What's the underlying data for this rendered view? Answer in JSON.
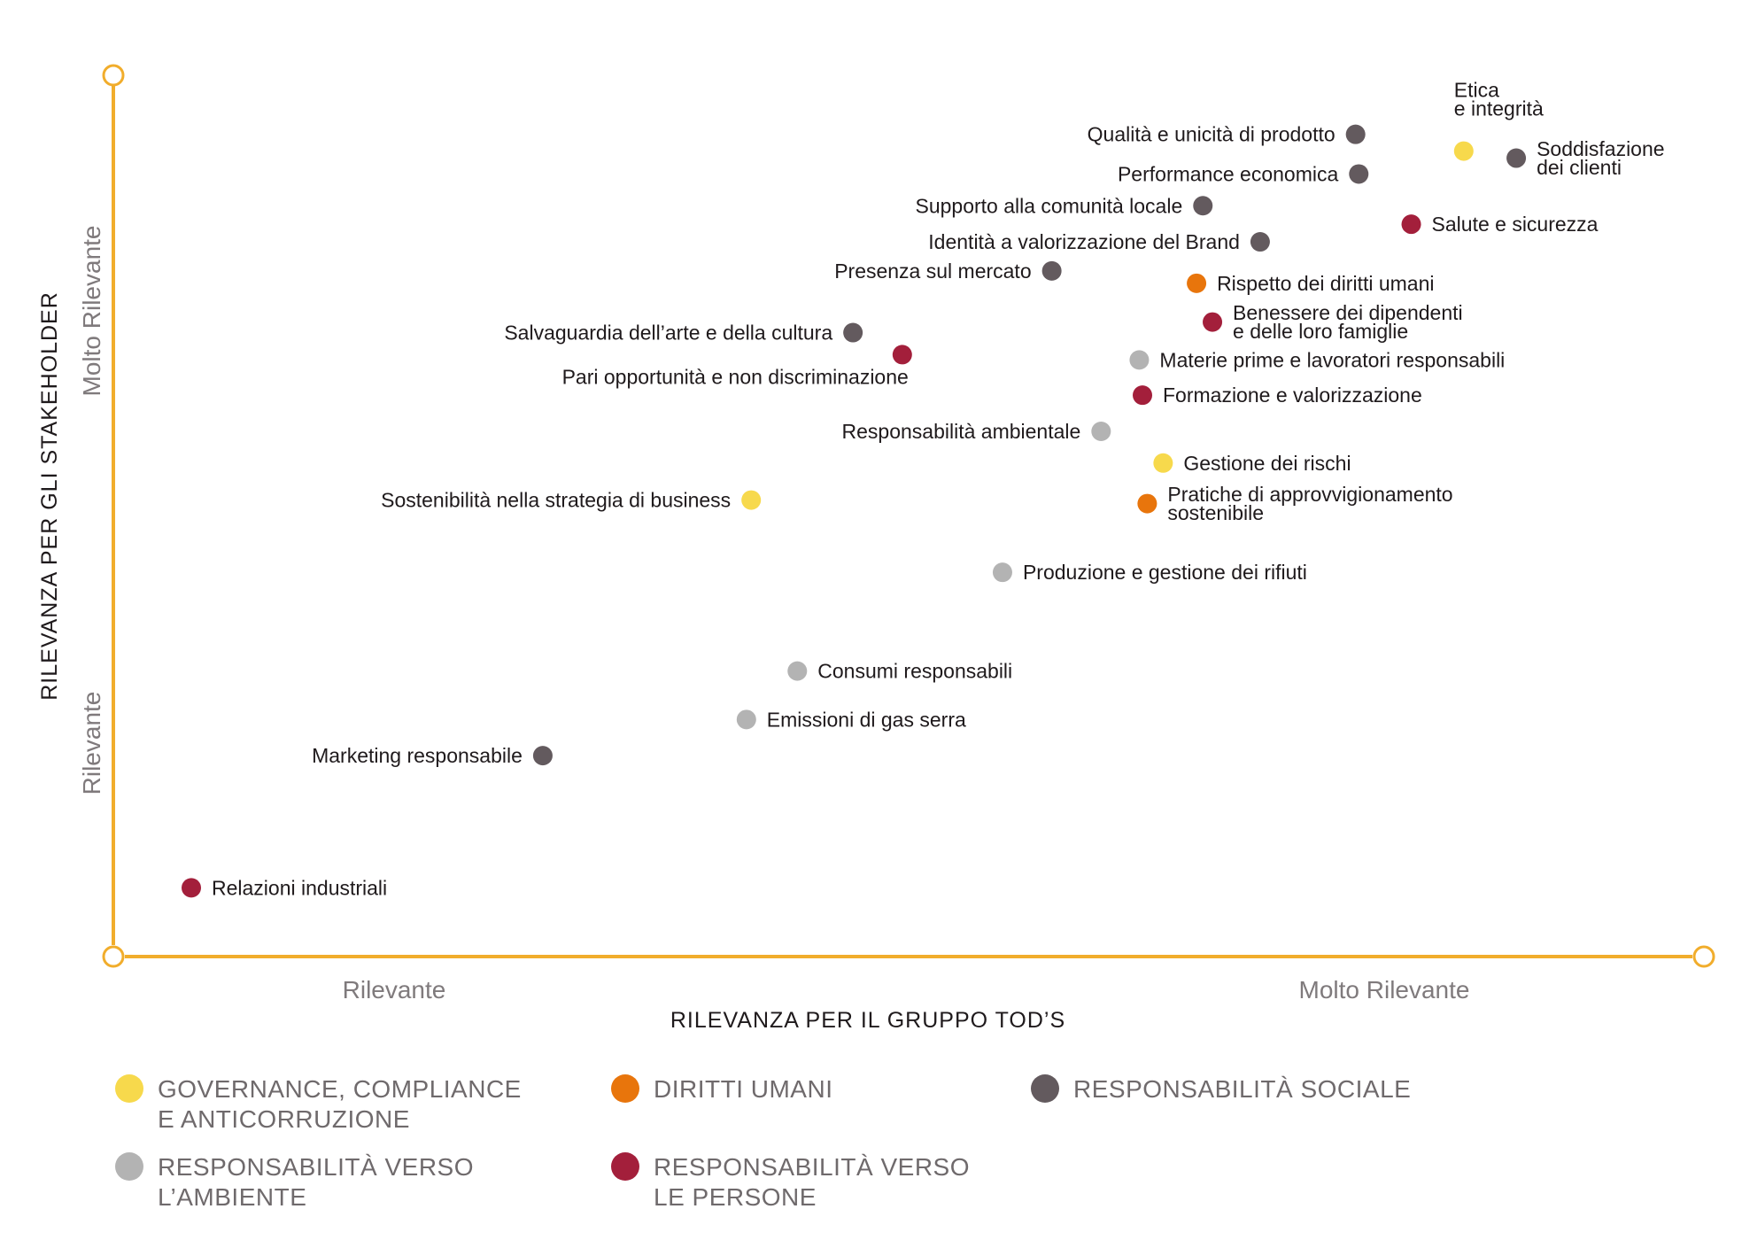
{
  "chart_data": {
    "type": "scatter",
    "xlabel": "RILEVANZA PER IL GRUPPO TOD’S",
    "ylabel": "RILEVANZA PER GLI STAKEHOLDER",
    "x_tick_labels": [
      "Rilevante",
      "Molto Rilevante"
    ],
    "y_tick_labels": [
      "Rilevante",
      "Molto Rilevante"
    ],
    "xlim": [
      0,
      100
    ],
    "ylim": [
      0,
      100
    ],
    "grid": false,
    "legend_position": "bottom",
    "categories": [
      {
        "id": "governance",
        "name": [
          "GOVERNANCE, COMPLIANCE",
          "E ANTICORRUZIONE"
        ],
        "color": "#f7d94c"
      },
      {
        "id": "diritti",
        "name": [
          "DIRITTI UMANI"
        ],
        "color": "#e8750c"
      },
      {
        "id": "sociale",
        "name": [
          "RESPONSABILITÀ SOCIALE"
        ],
        "color": "#635a5e"
      },
      {
        "id": "ambiente",
        "name": [
          "RESPONSABILITÀ VERSO",
          "L’AMBIENTE"
        ],
        "color": "#b3b3b3"
      },
      {
        "id": "persone",
        "name": [
          "RESPONSABILITÀ VERSO",
          "LE PERSONE"
        ],
        "color": "#a31f3b"
      }
    ],
    "points": [
      {
        "label": [
          "Etica",
          "e integrità"
        ],
        "category": "governance",
        "x": 84.9,
        "y": 91.4,
        "label_side": "top"
      },
      {
        "label": [
          "Soddisfazione",
          "dei clienti"
        ],
        "category": "sociale",
        "x": 88.2,
        "y": 90.6,
        "label_side": "right"
      },
      {
        "label": [
          "Qualità e unicità di prodotto"
        ],
        "category": "sociale",
        "x": 78.1,
        "y": 93.3,
        "label_side": "left"
      },
      {
        "label": [
          "Performance economica"
        ],
        "category": "sociale",
        "x": 78.3,
        "y": 88.8,
        "label_side": "left"
      },
      {
        "label": [
          "Supporto alla comunità locale"
        ],
        "category": "sociale",
        "x": 68.5,
        "y": 85.2,
        "label_side": "left"
      },
      {
        "label": [
          "Salute e sicurezza"
        ],
        "category": "persone",
        "x": 81.6,
        "y": 83.1,
        "label_side": "right"
      },
      {
        "label": [
          "Identità a valorizzazione del Brand"
        ],
        "category": "sociale",
        "x": 72.1,
        "y": 81.1,
        "label_side": "left"
      },
      {
        "label": [
          "Presenza sul mercato"
        ],
        "category": "sociale",
        "x": 59.0,
        "y": 77.8,
        "label_side": "left"
      },
      {
        "label": [
          "Rispetto dei diritti umani"
        ],
        "category": "diritti",
        "x": 68.1,
        "y": 76.4,
        "label_side": "right"
      },
      {
        "label": [
          "Benessere dei dipendenti",
          "e delle loro famiglie"
        ],
        "category": "persone",
        "x": 69.1,
        "y": 72.0,
        "label_side": "right"
      },
      {
        "label": [
          "Salvaguardia dell’arte e della cultura"
        ],
        "category": "sociale",
        "x": 46.5,
        "y": 70.8,
        "label_side": "left"
      },
      {
        "label": [
          "Pari opportunità e non discriminazione"
        ],
        "category": "persone",
        "x": 49.6,
        "y": 68.3,
        "label_side": "below-left"
      },
      {
        "label": [
          "Materie prime e lavoratori responsabili"
        ],
        "category": "ambiente",
        "x": 64.5,
        "y": 67.7,
        "label_side": "right"
      },
      {
        "label": [
          "Formazione e valorizzazione"
        ],
        "category": "persone",
        "x": 64.7,
        "y": 63.7,
        "label_side": "right"
      },
      {
        "label": [
          "Responsabilità ambientale"
        ],
        "category": "ambiente",
        "x": 62.1,
        "y": 59.6,
        "label_side": "left"
      },
      {
        "label": [
          "Gestione dei rischi"
        ],
        "category": "governance",
        "x": 66.0,
        "y": 56.0,
        "label_side": "right"
      },
      {
        "label": [
          "Sostenibilità nella strategia di business"
        ],
        "category": "governance",
        "x": 40.1,
        "y": 51.8,
        "label_side": "left"
      },
      {
        "label": [
          "Pratiche di approvvigionamento",
          "sostenibile"
        ],
        "category": "diritti",
        "x": 65.0,
        "y": 51.4,
        "label_side": "right"
      },
      {
        "label": [
          "Produzione e gestione dei rifiuti"
        ],
        "category": "ambiente",
        "x": 55.9,
        "y": 43.6,
        "label_side": "right"
      },
      {
        "label": [
          "Consumi responsabili"
        ],
        "category": "ambiente",
        "x": 43.0,
        "y": 32.4,
        "label_side": "right"
      },
      {
        "label": [
          "Emissioni di gas serra"
        ],
        "category": "ambiente",
        "x": 39.8,
        "y": 26.9,
        "label_side": "right"
      },
      {
        "label": [
          "Marketing responsabile"
        ],
        "category": "sociale",
        "x": 27.0,
        "y": 22.8,
        "label_side": "left"
      },
      {
        "label": [
          "Relazioni industriali"
        ],
        "category": "persone",
        "x": 4.9,
        "y": 7.8,
        "label_side": "right"
      }
    ]
  }
}
